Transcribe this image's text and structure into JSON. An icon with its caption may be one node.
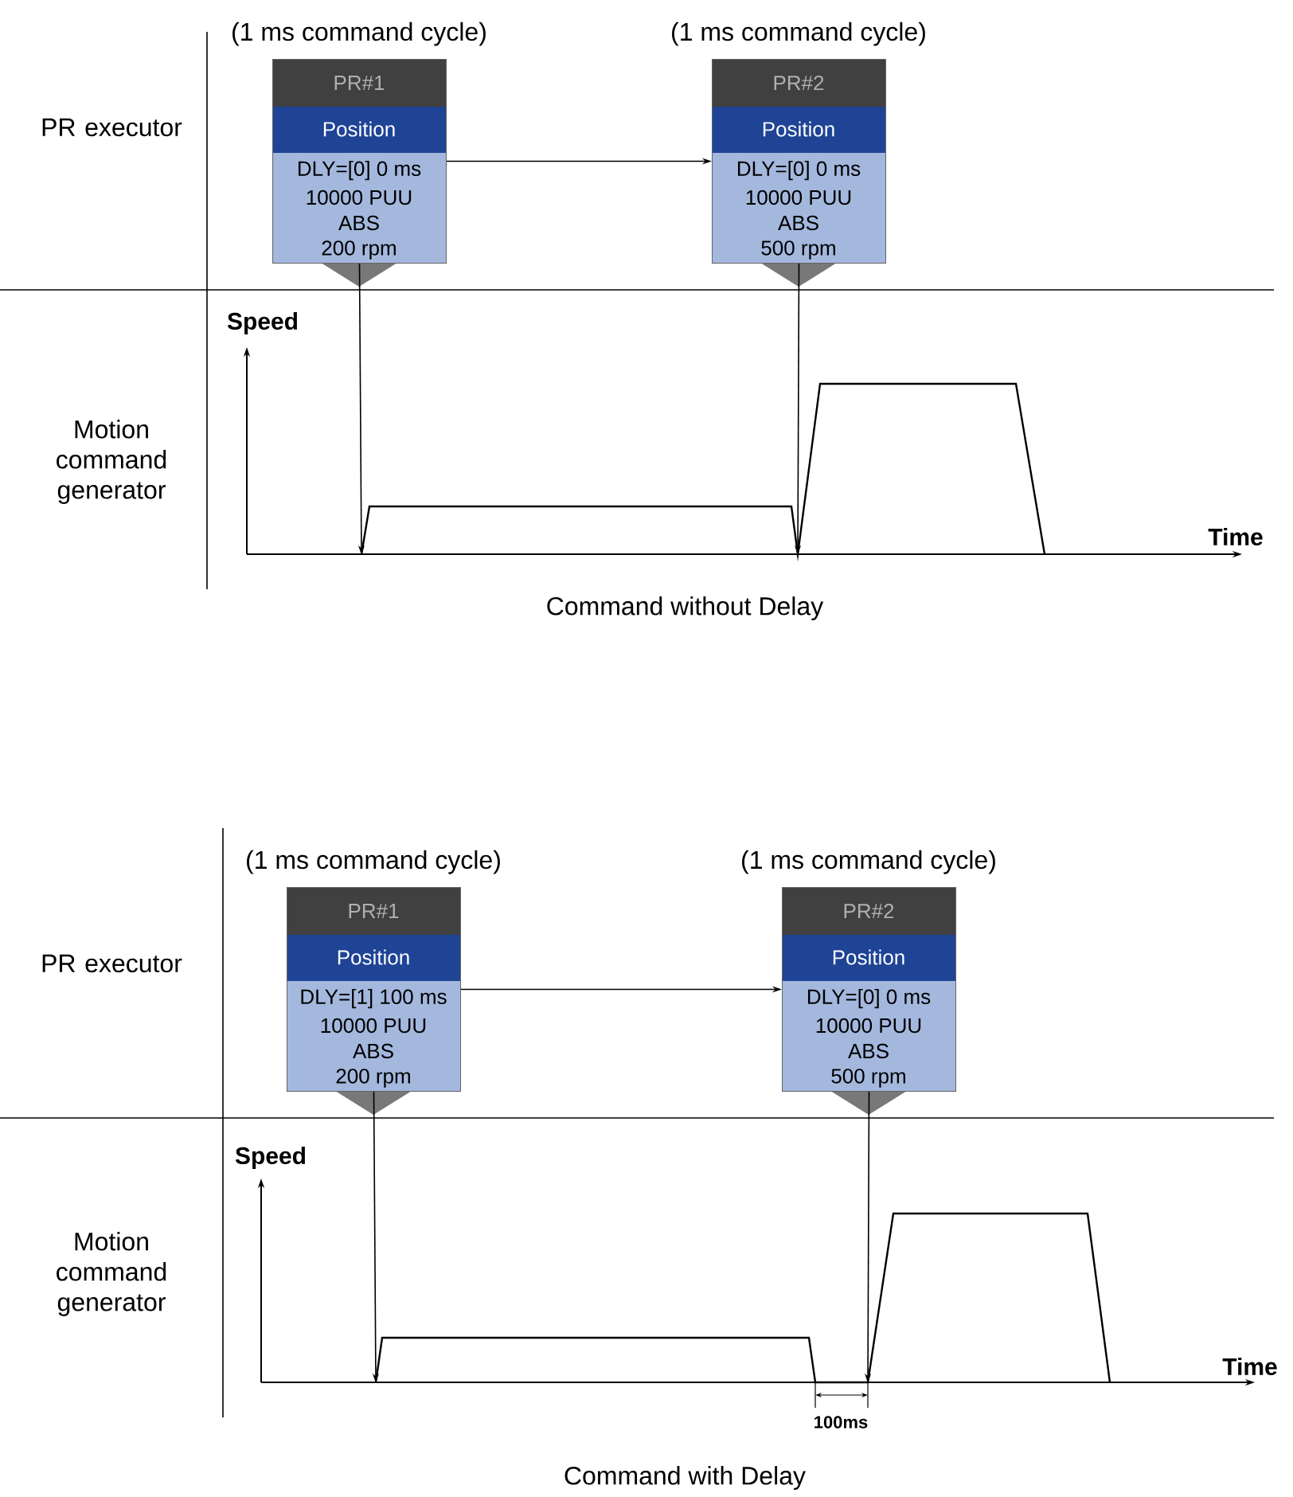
{
  "diagram": {
    "nodes": [
      {
        "text": [
          "PR#1",
          "Position",
          "DLY=[0] 0 ms",
          "10000 PUU",
          "ABS",
          "200 rpm"
        ],
        "beside": [
          "(1 ms command cycle)"
        ]
      },
      {
        "text": [
          "PR#2",
          "Position",
          "DLY=[0] 0 ms",
          "10000 PUU",
          "ABS",
          "500 rpm"
        ],
        "beside": [
          "(1 ms command cycle)"
        ]
      },
      {
        "text": [],
        "shape": "curve"
      },
      {
        "text": [
          "PR#1",
          "Position",
          "DLY=[1] 100 ms",
          "10000 PUU",
          "ABS",
          "200 rpm"
        ],
        "beside": [
          "(1 ms command cycle)"
        ]
      },
      {
        "text": [
          "PR#2",
          "Position",
          "DLY=[0] 0 ms",
          "10000 PUU",
          "ABS",
          "500 rpm"
        ],
        "beside": [
          "(1 ms command cycle)"
        ]
      },
      {
        "text": [],
        "shape": "curve"
      }
    ],
    "edges": [
      {
        "from": 0,
        "to": 1,
        "arrow": "to"
      },
      {
        "from": 0,
        "to": 2,
        "arrow": "to"
      },
      {
        "from": 1,
        "to": 2,
        "arrow": "to"
      },
      {
        "from": 3,
        "to": 4,
        "arrow": "to"
      },
      {
        "from": 3,
        "to": 5,
        "arrow": "to"
      },
      {
        "from": 4,
        "to": 5,
        "arrow": "to"
      }
    ],
    "labels": [
      "PR executor",
      "Motion command generator",
      "Speed",
      "Time",
      "Command without Delay",
      "PR executor",
      "Motion command generator",
      "Speed",
      "100ms",
      "Time",
      "Command with Delay"
    ]
  }
}
